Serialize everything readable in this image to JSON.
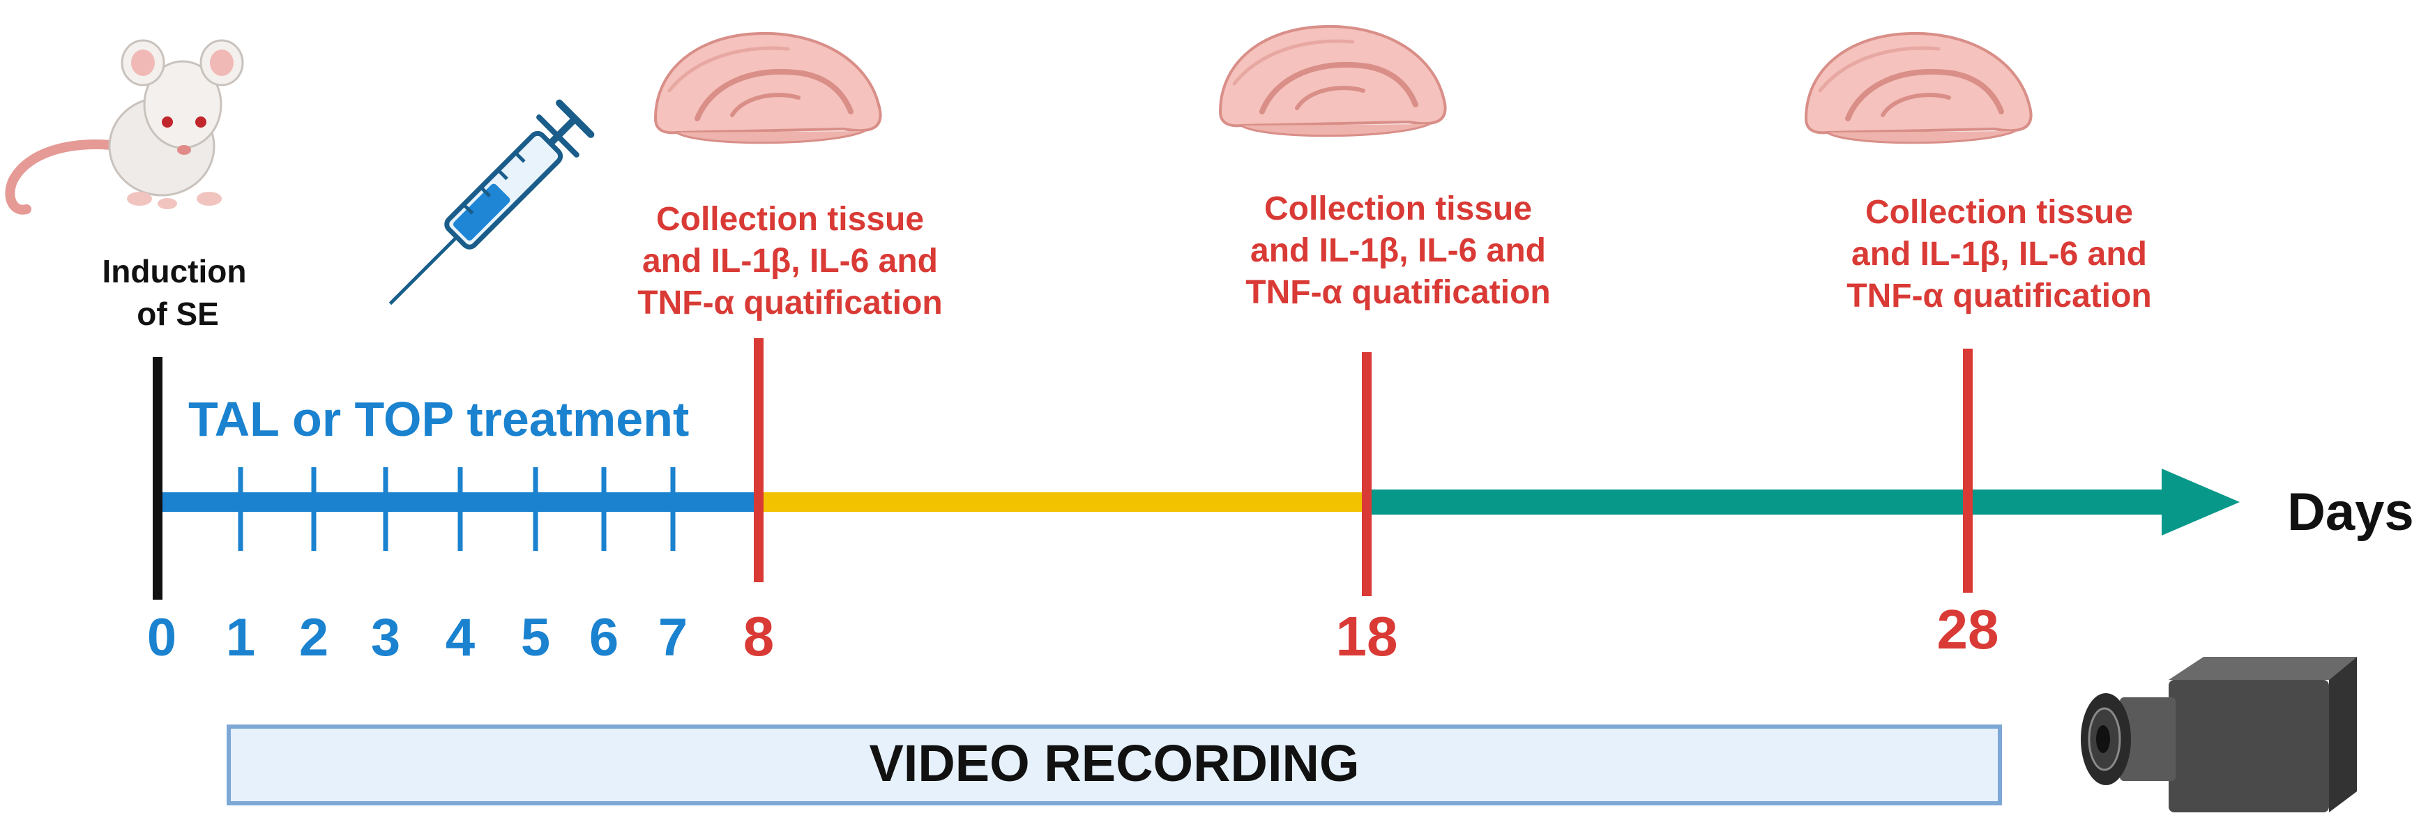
{
  "induction_label": [
    "Induction",
    "of SE"
  ],
  "treatment_label": "TAL or TOP treatment",
  "axis_label": "Days",
  "day_ticks_blue": [
    "0",
    "1",
    "2",
    "3",
    "4",
    "5",
    "6",
    "7"
  ],
  "collection_points": [
    {
      "day": "8",
      "lines": [
        "Collection tissue",
        "and IL-1β, IL-6 and",
        "TNF-α quatification"
      ]
    },
    {
      "day": "18",
      "lines": [
        "Collection tissue",
        "and IL-1β, IL-6 and",
        "TNF-α quatification"
      ]
    },
    {
      "day": "28",
      "lines": [
        "Collection tissue",
        "and IL-1β, IL-6 and",
        "TNF-α quatification"
      ]
    }
  ],
  "video_label": "VIDEO RECORDING",
  "icons": [
    "rat-icon",
    "syringe-icon",
    "brain-slice-icon",
    "video-camera-icon"
  ],
  "colors": {
    "blue": "#1a82cf",
    "red": "#d93a35",
    "yellow": "#f2c200",
    "teal": "#07988a",
    "black": "#111111",
    "video_fill": "#e6f1fb",
    "video_border": "#7da7d5"
  }
}
